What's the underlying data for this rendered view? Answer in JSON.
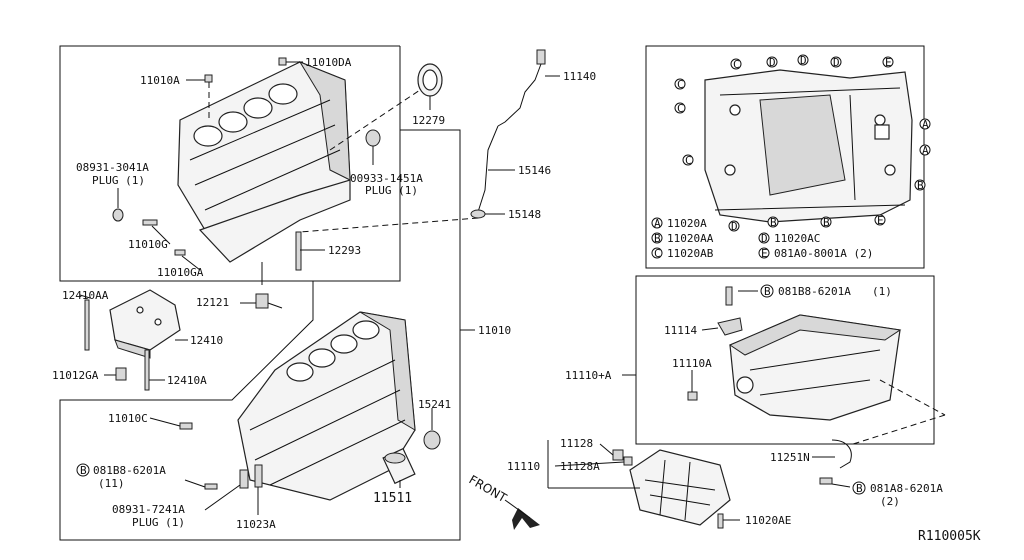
{
  "parts": {
    "p11010DA_top": "11010A",
    "p11010DA_r": "11010DA",
    "p12279": "12279",
    "p11140": "11140",
    "p08931_3041A": "08931-3041A",
    "plug1": "PLUG (1)",
    "p00933": "00933-1451A",
    "plug2": "PLUG (1)",
    "p15146": "15146",
    "p15148": "15148",
    "p11010G": "11010G",
    "p11010GA": "11010GA",
    "p12293": "12293",
    "p12410AA": "12410AA",
    "p12121": "12121",
    "p12410": "12410",
    "p11012GA": "11012GA",
    "p12410A": "12410A",
    "p11010": "11010",
    "p15241": "15241",
    "p11010C": "11010C",
    "p081B8_left": "081B8-6201A",
    "qty11": "(11)",
    "p08931_7241A": "08931-7241A",
    "plug3": "PLUG (1)",
    "p11023A": "11023A",
    "p11511": "11511",
    "p11110A_grp": "11110+A",
    "p081B8_right": "081B8-6201A",
    "qty1": "(1)",
    "p11114": "11114",
    "p11110A": "11110A",
    "p11128": "11128",
    "p11110": "11110",
    "p11128A": "11128A",
    "p11251N": "11251N",
    "p081A8": "081A8-6201A",
    "qty2": "(2)",
    "p11020AE": "11020AE",
    "front": "FRONT",
    "ref": "R110005K"
  },
  "legend": [
    {
      "letter": "A",
      "text": "11020A"
    },
    {
      "letter": "B",
      "text": "11020AA"
    },
    {
      "letter": "C",
      "text": "11020AB"
    },
    {
      "letter": "D",
      "text": "11020AC"
    },
    {
      "letter": "E",
      "text": "081A0-8001A (2)"
    }
  ],
  "marker_letters": {
    "a": "A",
    "b": "B",
    "c": "C",
    "d": "D",
    "e": "E"
  }
}
